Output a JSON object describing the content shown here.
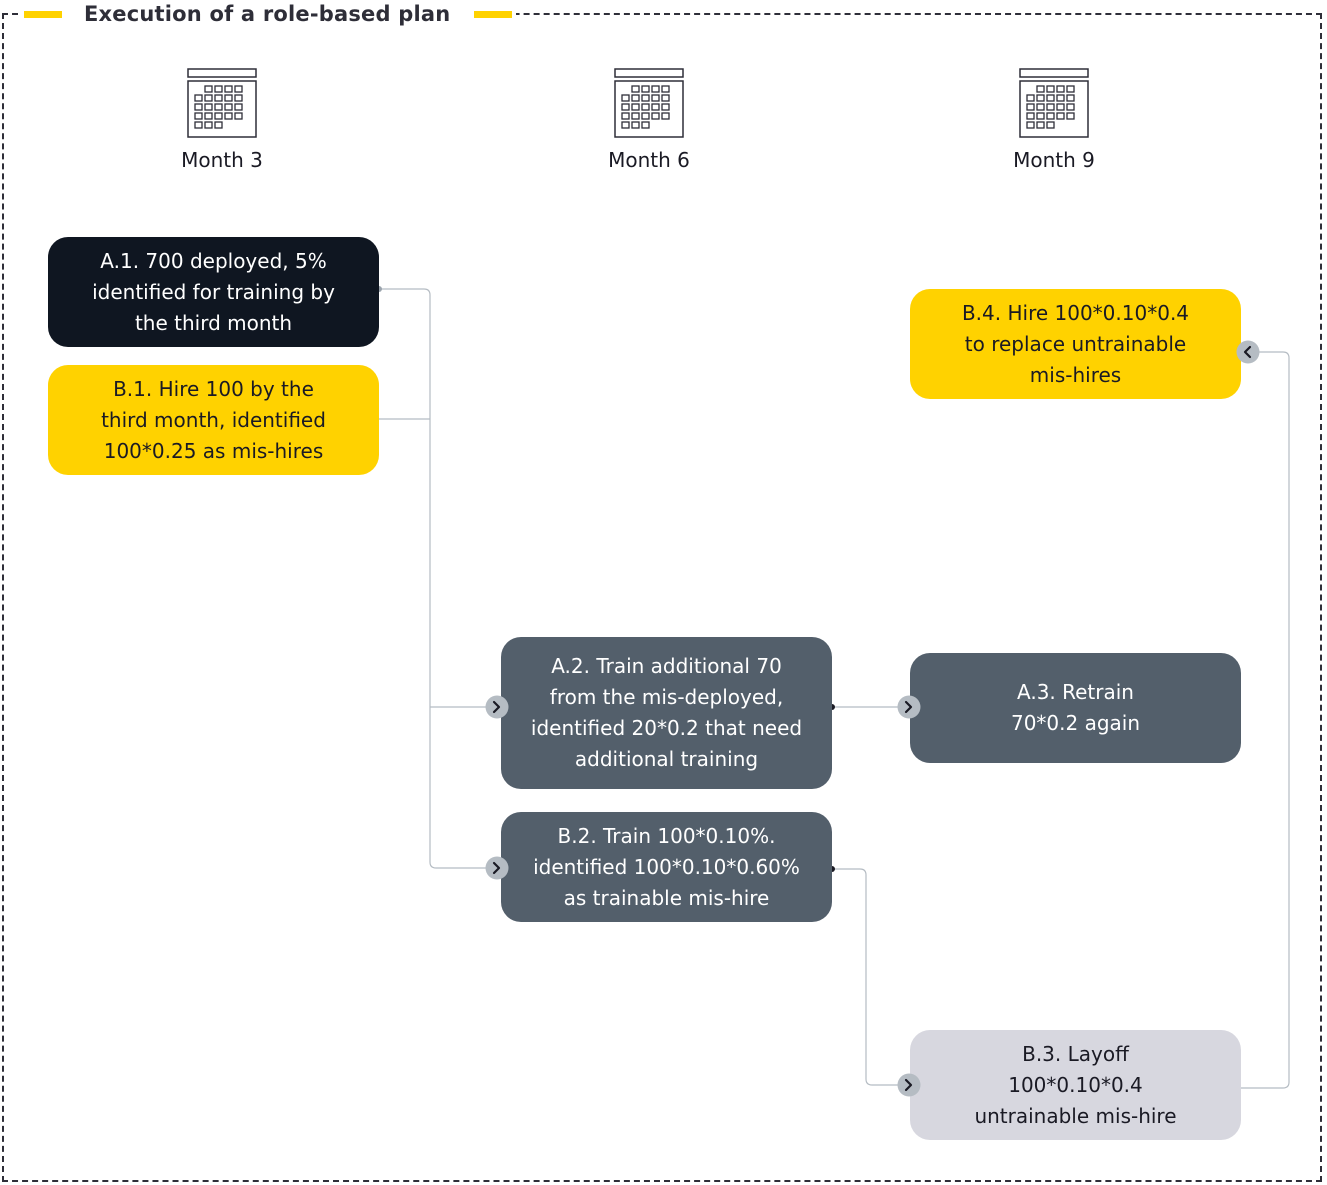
{
  "title": "Execution of a role-based plan",
  "accent_color": "#ffd200",
  "months": [
    "Month 3",
    "Month 6",
    "Month 9"
  ],
  "boxes": {
    "a1": "A.1. 700 deployed, 5%\nidentified for training by\nthe third month",
    "b1": "B.1. Hire 100 by the\nthird month, identified\n100*0.25 as mis-hires",
    "b4": "B.4. Hire 100*0.10*0.4\nto replace untrainable\nmis-hires",
    "a2": "A.2. Train additional 70\nfrom the mis-deployed,\nidentified 20*0.2 that need\nadditional training",
    "a3": "A.3. Retrain\n70*0.2 again",
    "b2": "B.2. Train 100*0.10%.\nidentified 100*0.10*0.60%\nas trainable mis-hire",
    "b3": "B.3. Layoff\n100*0.10*0.4\nuntrainable mis-hire"
  },
  "colors": {
    "navy": "#0f1621",
    "yellow": "#ffd200",
    "slate": "#535f6b",
    "light_gray": "#d7d7df"
  },
  "icons": [
    "calendar-icon",
    "chevron-right-icon",
    "chevron-left-icon"
  ]
}
